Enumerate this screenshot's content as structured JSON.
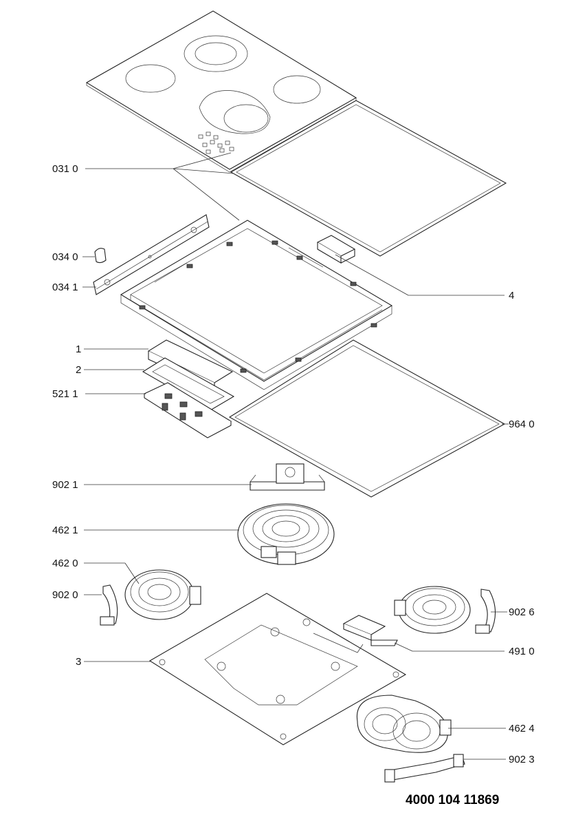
{
  "callouts": [
    {
      "id": "0310",
      "label": "031 0"
    },
    {
      "id": "0340",
      "label": "034 0"
    },
    {
      "id": "0341",
      "label": "034 1"
    },
    {
      "id": "4",
      "label": "4"
    },
    {
      "id": "1",
      "label": "1"
    },
    {
      "id": "2",
      "label": "2"
    },
    {
      "id": "5211",
      "label": "521 1"
    },
    {
      "id": "9640",
      "label": "964 0"
    },
    {
      "id": "9021",
      "label": "902 1"
    },
    {
      "id": "4621",
      "label": "462 1"
    },
    {
      "id": "4620",
      "label": "462 0"
    },
    {
      "id": "9020",
      "label": "902 0"
    },
    {
      "id": "9026",
      "label": "902 6"
    },
    {
      "id": "4910",
      "label": "491 0"
    },
    {
      "id": "3",
      "label": "3"
    },
    {
      "id": "4624",
      "label": "462 4"
    },
    {
      "id": "9023",
      "label": "902 3"
    }
  ],
  "part_number": "4000 104 11869"
}
